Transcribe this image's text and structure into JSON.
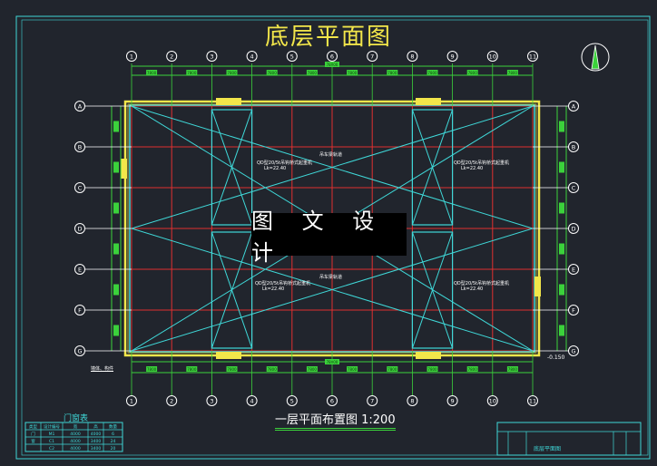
{
  "drawing": {
    "title": "底层平面图",
    "stamp": "图 文 设 计",
    "caption": "一层平面布置图 1:200",
    "elevation_note": "-0.150",
    "corner_note": "墙体、构件",
    "column_axes": [
      "1",
      "2",
      "3",
      "4",
      "5",
      "6",
      "7",
      "8",
      "9",
      "10",
      "11"
    ],
    "row_axes": [
      "A",
      "B",
      "C",
      "D",
      "E",
      "F",
      "G"
    ],
    "span_dim": "7800",
    "total_dim": "78000",
    "crane_labels": [
      {
        "line1": "QD型20/5t吊钩桥式起重机",
        "line2": "Lk=22.40"
      },
      {
        "line1": "QD型20/5t吊钩桥式起重机",
        "line2": "Lk=22.40"
      },
      {
        "line1": "QD型20/5t吊钩桥式起重机",
        "line2": "Lk=22.40"
      },
      {
        "line1": "QD型20/5t吊钩桥式起重机",
        "line2": "Lk=22.40"
      }
    ],
    "zone_labels": [
      "吊车梁轨道",
      "吊车梁轨道"
    ],
    "door_table": {
      "title": "门窗表",
      "headers": [
        "类型",
        "设计编号",
        "宽",
        "高",
        "数量"
      ],
      "rows": [
        [
          "门",
          "M1",
          "4000",
          "4000",
          "6"
        ],
        [
          "窗",
          "C1",
          "4000",
          "3400",
          "24"
        ],
        [
          "",
          "C2",
          "4000",
          "3400",
          "20"
        ]
      ]
    },
    "title_block": {
      "drawing_name": "底层平面图"
    },
    "colors": {
      "background": "#21252d",
      "wall": "#f2e64a",
      "grid": "#e03030",
      "crane": "#3fd8d8",
      "dimension": "#3bd23b"
    }
  }
}
